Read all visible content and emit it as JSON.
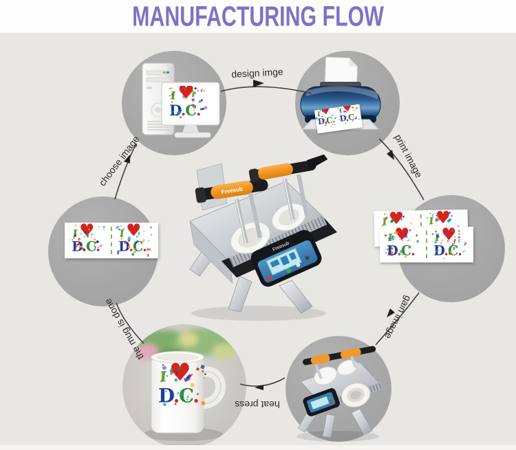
{
  "title": "MANUFACTURING FLOW",
  "labels": {
    "design": "design imge",
    "print": "print image",
    "gain": "gain image",
    "heat": "heat press",
    "done": "the mug is done",
    "choose": "choose image"
  },
  "machine": {
    "brand": "Freesub"
  },
  "design": {
    "i": "I",
    "heart": "♥",
    "d": "D",
    "c": "C",
    "dot": "."
  },
  "colors": {
    "title": "#7c73c7",
    "background": "#e8e7e4",
    "circle": "#a7a7a7",
    "arrow": "#3f3f3f",
    "confetti": [
      "#d6231c",
      "#2e8f3a",
      "#1e3f9b",
      "#efa11d",
      "#8a2bb5",
      "#12a4b8"
    ]
  }
}
